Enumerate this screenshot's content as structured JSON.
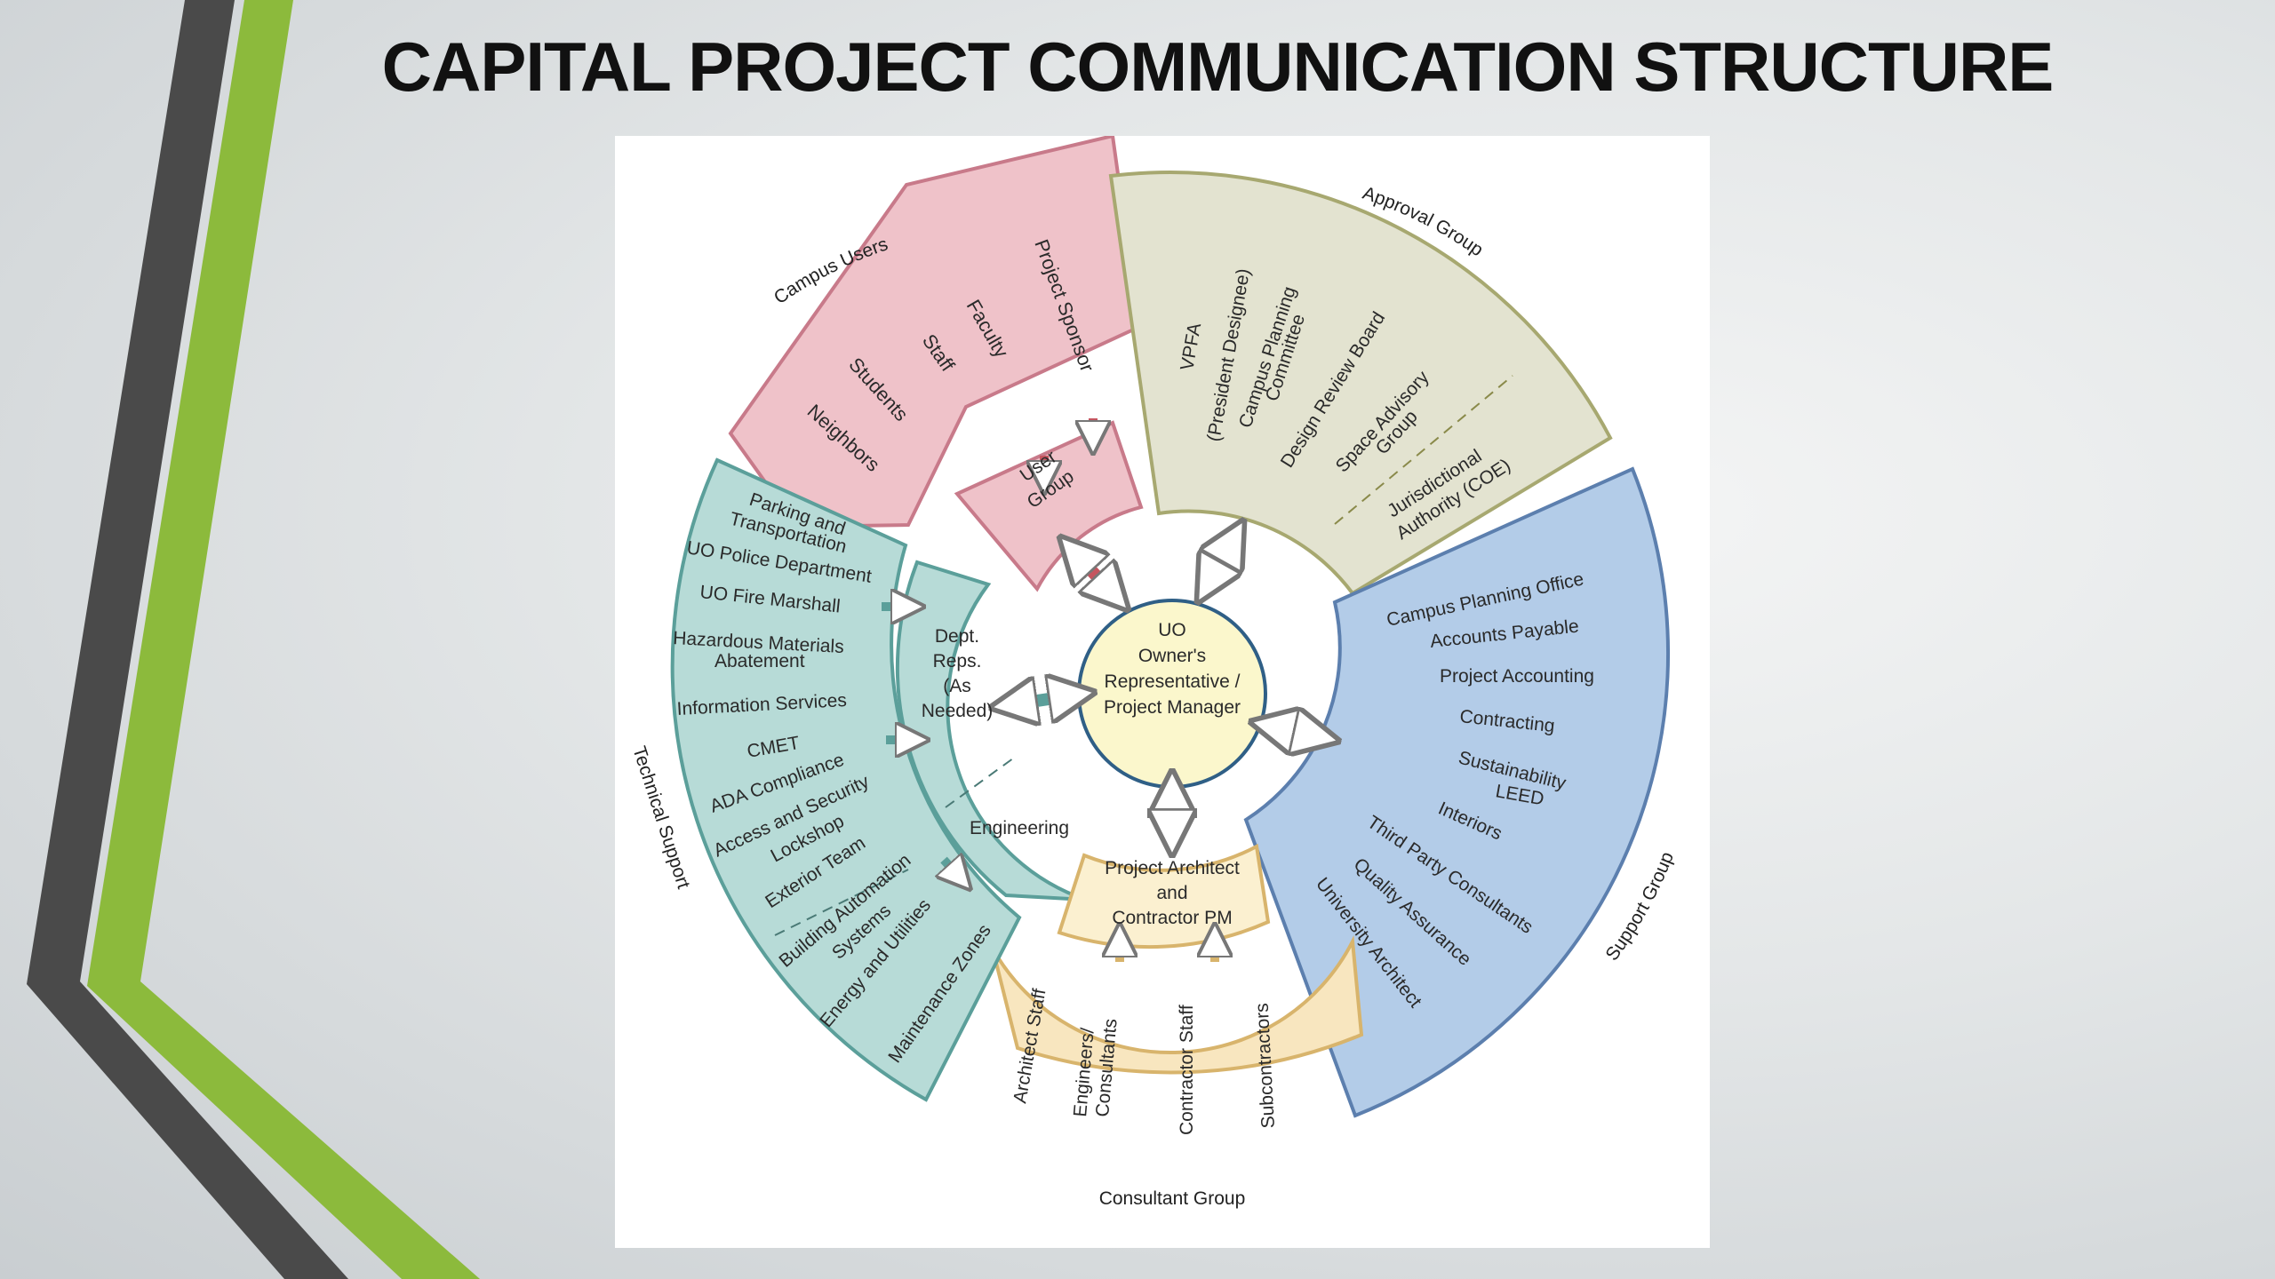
{
  "slide": {
    "title": "CAPITAL PROJECT COMMUNICATION STRUCTURE"
  },
  "theme": {
    "accent_green": "#8cba3c",
    "accent_gray": "#4a4a4a",
    "campus_users": "#e7b4bd",
    "approval_group": "#dcdcc4",
    "support_group": "#a8c4e4",
    "consultant_group": "#f6e0b0",
    "technical_support": "#a9d2ce",
    "center": "#fbf6c8"
  },
  "center": {
    "line1": "UO",
    "line2": "Owner's",
    "line3": "Representative /",
    "line4": "Project Manager"
  },
  "campus_users": {
    "title": "Campus Users",
    "items": [
      "Project Sponsor",
      "Faculty",
      "Staff",
      "Students",
      "Neighbors"
    ],
    "inner_line1": "User",
    "inner_line2": "Group"
  },
  "approval_group": {
    "title": "Approval Group",
    "items": [
      [
        "VPFA",
        "(President Designee)"
      ],
      [
        "Campus Planning",
        "Committee"
      ],
      [
        "Design Review Board"
      ],
      [
        "Space Advisory",
        "Group"
      ],
      [
        "Jurisdictional",
        "Authority (COE)"
      ]
    ]
  },
  "support_group": {
    "title": "Support Group",
    "items": [
      "Campus Planning Office",
      "Accounts Payable",
      "Project Accounting",
      "Contracting",
      "Sustainability",
      "LEED",
      "Interiors",
      "Third Party Consultants",
      "Quality Assurance",
      "University Architect"
    ]
  },
  "consultant_group": {
    "title": "Consultant Group",
    "items": [
      [
        "Architect Staff"
      ],
      [
        "Engineers/",
        "Consultants"
      ],
      [
        "Contractor Staff"
      ],
      [
        "Subcontractors"
      ]
    ],
    "inner_line1": "Project Architect",
    "inner_line2": "and",
    "inner_line3": "Contractor PM"
  },
  "technical_support": {
    "title": "Technical Support",
    "items": [
      "Parking and",
      "Transportation",
      "UO Police Department",
      "UO Fire Marshall",
      "Hazardous Materials",
      "Abatement",
      "Information Services",
      "CMET",
      "ADA Compliance",
      "Access and Security",
      "Lockshop",
      "Exterior Team",
      "Building Automation",
      "Systems",
      "Energy and Utilities",
      "Maintenance Zones"
    ],
    "inner_line1": "Dept.",
    "inner_line2": "Reps.",
    "inner_line3": "(As",
    "inner_line4": "Needed)",
    "inner_line5": "Engineering"
  }
}
